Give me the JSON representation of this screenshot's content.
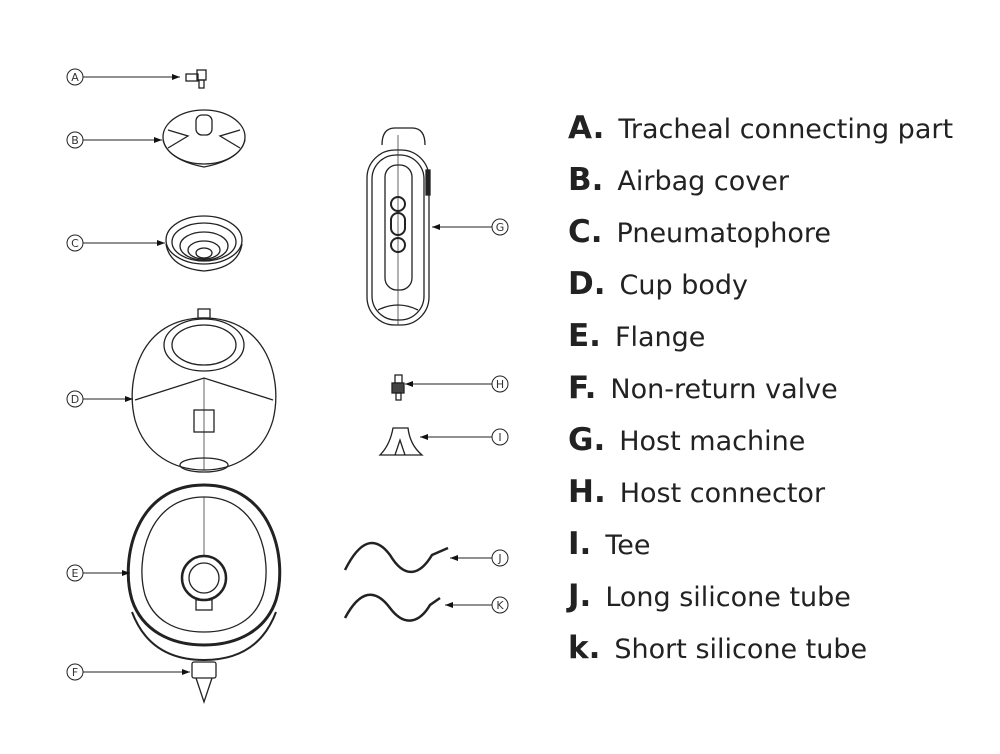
{
  "callouts": [
    "A",
    "B",
    "C",
    "D",
    "E",
    "F",
    "G",
    "H",
    "I",
    "J",
    "K"
  ],
  "legend": [
    {
      "letter": "A.",
      "text": "Tracheal connecting part"
    },
    {
      "letter": "B.",
      "text": "Airbag cover"
    },
    {
      "letter": "C.",
      "text": "Pneumatophore"
    },
    {
      "letter": "D.",
      "text": "Cup body"
    },
    {
      "letter": "E.",
      "text": "Flange"
    },
    {
      "letter": "F.",
      "text": "Non-return valve"
    },
    {
      "letter": "G.",
      "text": "Host machine"
    },
    {
      "letter": "H.",
      "text": "Host connector"
    },
    {
      "letter": "I.",
      "text": "Tee"
    },
    {
      "letter": "J.",
      "text": "Long silicone tube"
    },
    {
      "letter": "k.",
      "text": "Short silicone tube"
    }
  ]
}
